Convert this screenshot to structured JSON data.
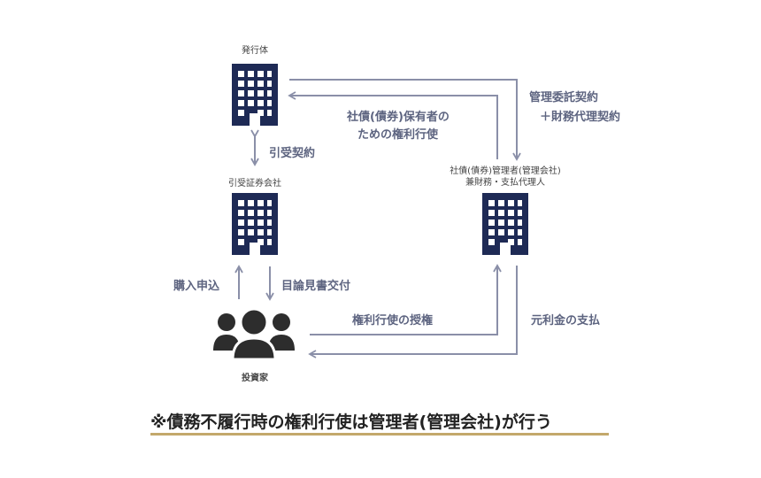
{
  "nodes": {
    "issuer": "発行体",
    "underwriter": "引受証券会社",
    "manager_line1": "社債(債券)管理者(管理会社)",
    "manager_line2": "兼財務・支払代理人",
    "investor": "投資家"
  },
  "edges": {
    "underwriting_contract": "引受契約",
    "management_contract_line1": "管理委託契約",
    "management_contract_line2": "＋財務代理契約",
    "rights_exercise_line1": "社債(債券)保有者の",
    "rights_exercise_line2": "ための権利行使",
    "purchase_application": "購入申込",
    "prospectus_delivery": "目論見書交付",
    "authority_grant": "権利行使の授権",
    "payment": "元利金の支払"
  },
  "caption": "※債務不履行時の権利行使は管理者(管理会社)が行う",
  "colors": {
    "building": "#1e2a55",
    "arrow": "#8a8fa8",
    "person": "#2d2d2d",
    "underline": "#c3a86b"
  }
}
